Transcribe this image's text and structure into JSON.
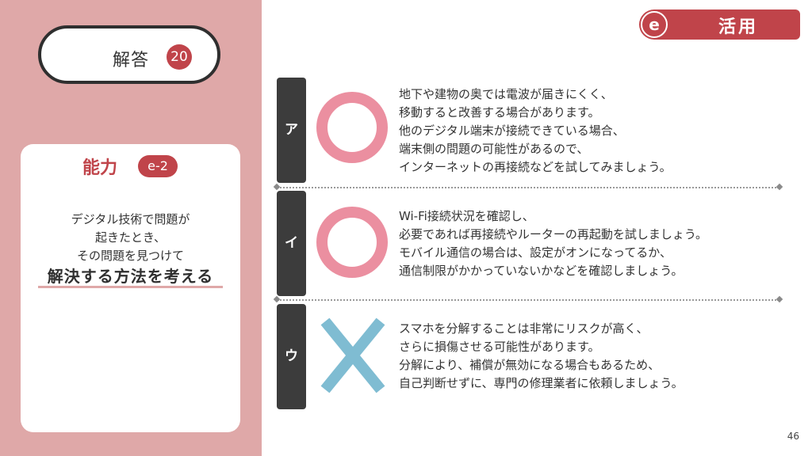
{
  "left_panel": {
    "answer": {
      "label": "解答",
      "number": "20"
    },
    "ability": {
      "title": "能力",
      "code": "e-2",
      "description_lines": [
        "デジタル技術で問題が",
        "起きたとき、",
        "その問題を見つけて"
      ],
      "emphasis": "解決する方法を考える"
    }
  },
  "category": {
    "letter": "e",
    "label": "活用"
  },
  "options": [
    {
      "label": "ア",
      "mark": "circle-icon",
      "lines": [
        "地下や建物の奥では電波が届きにくく、",
        "移動すると改善する場合があります。",
        "他のデジタル端末が接続できている場合、",
        "端末側の問題の可能性があるので、",
        "インターネットの再接続などを試してみましょう。"
      ]
    },
    {
      "label": "イ",
      "mark": "circle-icon",
      "lines": [
        "Wi-Fi接続状況を確認し、",
        "必要であれば再接続やルーターの再起動を試しましょう。",
        "モバイル通信の場合は、設定がオンになってるか、",
        "通信制限がかかっていないかなどを確認しましょう。"
      ]
    },
    {
      "label": "ウ",
      "mark": "cross-icon",
      "lines": [
        "スマホを分解することは非常にリスクが高く、",
        "さらに損傷させる可能性があります。",
        "分解により、補償が無効になる場合もあるため、",
        "自己判断せずに、専門の修理業者に依頼しましょう。"
      ]
    }
  ],
  "page_number": "46",
  "colors": {
    "panel_pink": "#dfa8a8",
    "accent_red": "#c0444a",
    "circle_pink": "#eb8fa0",
    "cross_blue": "#7fbcd2",
    "label_dark": "#3c3c3c"
  }
}
